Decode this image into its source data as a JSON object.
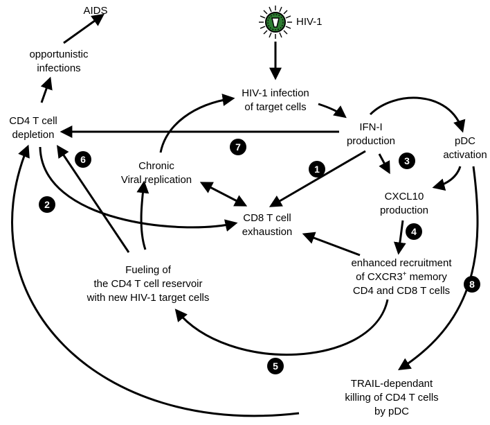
{
  "nodes": {
    "aids": "AIDS",
    "opportunistic": [
      "opportunistic",
      "infections"
    ],
    "cd4_depletion": [
      "CD4 T cell",
      "depletion"
    ],
    "hiv1": "HIV-1",
    "hiv_infection": [
      "HIV-1 infection",
      "of target cells"
    ],
    "ifn": [
      "IFN-I",
      "production"
    ],
    "pdc_activation": [
      "pDC",
      "activation"
    ],
    "chronic": [
      "Chronic",
      "Viral replication"
    ],
    "cd8_exhaustion": [
      "CD8 T cell",
      "exhaustion"
    ],
    "cxcl10": [
      "CXCL10",
      "production"
    ],
    "recruitment": [
      "enhanced recruitment",
      "of CXCR3",
      "+",
      " memory",
      "CD4 and CD8 T cells"
    ],
    "fueling": [
      "Fueling of",
      "the CD4 T cell reservoir",
      "with new HIV-1 target cells"
    ],
    "trail": [
      "TRAIL-dependant",
      "killing of CD4 T cells",
      "by pDC"
    ]
  },
  "badges": [
    "1",
    "2",
    "3",
    "4",
    "5",
    "6",
    "7",
    "8"
  ],
  "colors": {
    "ink": "#000000",
    "virus_core": "#2e7d32",
    "background": "#ffffff"
  },
  "icons": {
    "virus": "hiv-virion-icon"
  }
}
